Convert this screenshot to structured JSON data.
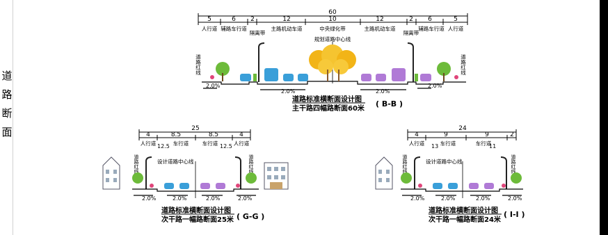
{
  "side_title": [
    "道",
    "路",
    "断",
    "面"
  ],
  "sections": [
    {
      "id": "BB",
      "total_width": "60",
      "segments": [
        "5",
        "6",
        "2",
        "12",
        "10",
        "12",
        "2",
        "6",
        "5"
      ],
      "segment_labels": [
        "人行道",
        "辅路车行道",
        "隔离带",
        "主路机动车道",
        "中央绿化带",
        "主路机动车道",
        "隔离带",
        "辅路车行道",
        "人行道"
      ],
      "centerline_label": "规划道路中心线",
      "red_line_label": "道路红线",
      "slopes": [
        "2.0%",
        "2.0%",
        "2.0%",
        "2.0%"
      ],
      "title": "道路标准横断面设计图",
      "subtitle": "主干路四幅路断面60米",
      "code": "( B-B )"
    },
    {
      "id": "GG",
      "total_width": "25",
      "segments": [
        "4",
        "8.5",
        "8.5",
        "4"
      ],
      "segment_labels": [
        "人行道",
        "车行道",
        "车行道",
        "人行道"
      ],
      "offsets": [
        "12.5",
        "12.5"
      ],
      "centerline_label": "设计道路中心线",
      "red_line_label": "道路红线",
      "slopes": [
        "2.0%",
        "2.0%",
        "2.0%",
        "2.0%"
      ],
      "title": "道路标准横断面设计图",
      "subtitle": "次干路一幅路断面25米",
      "code": "( G-G )"
    },
    {
      "id": "II",
      "total_width": "24",
      "segments": [
        "4",
        "9",
        "9",
        "2"
      ],
      "segment_labels": [
        "人行道",
        "车行道",
        "车行道"
      ],
      "offsets": [
        "13",
        "11"
      ],
      "centerline_label": "设计道路中心线",
      "red_line_label": "道路红线",
      "slopes": [
        "2.0%",
        "2.0%",
        "2.0%",
        "2.0%"
      ],
      "title": "道路标准横断面设计图",
      "subtitle": "次干路一幅路断面24米",
      "code": "( I-I )"
    }
  ],
  "colors": {
    "line": "#000000",
    "tree": "#6dbb3a",
    "tree_yellow": "#f2b417",
    "car_blue": "#3a9fd9",
    "car_purple": "#b07ad6",
    "pedestrian": "#e0457a",
    "lamp": "#222222"
  }
}
